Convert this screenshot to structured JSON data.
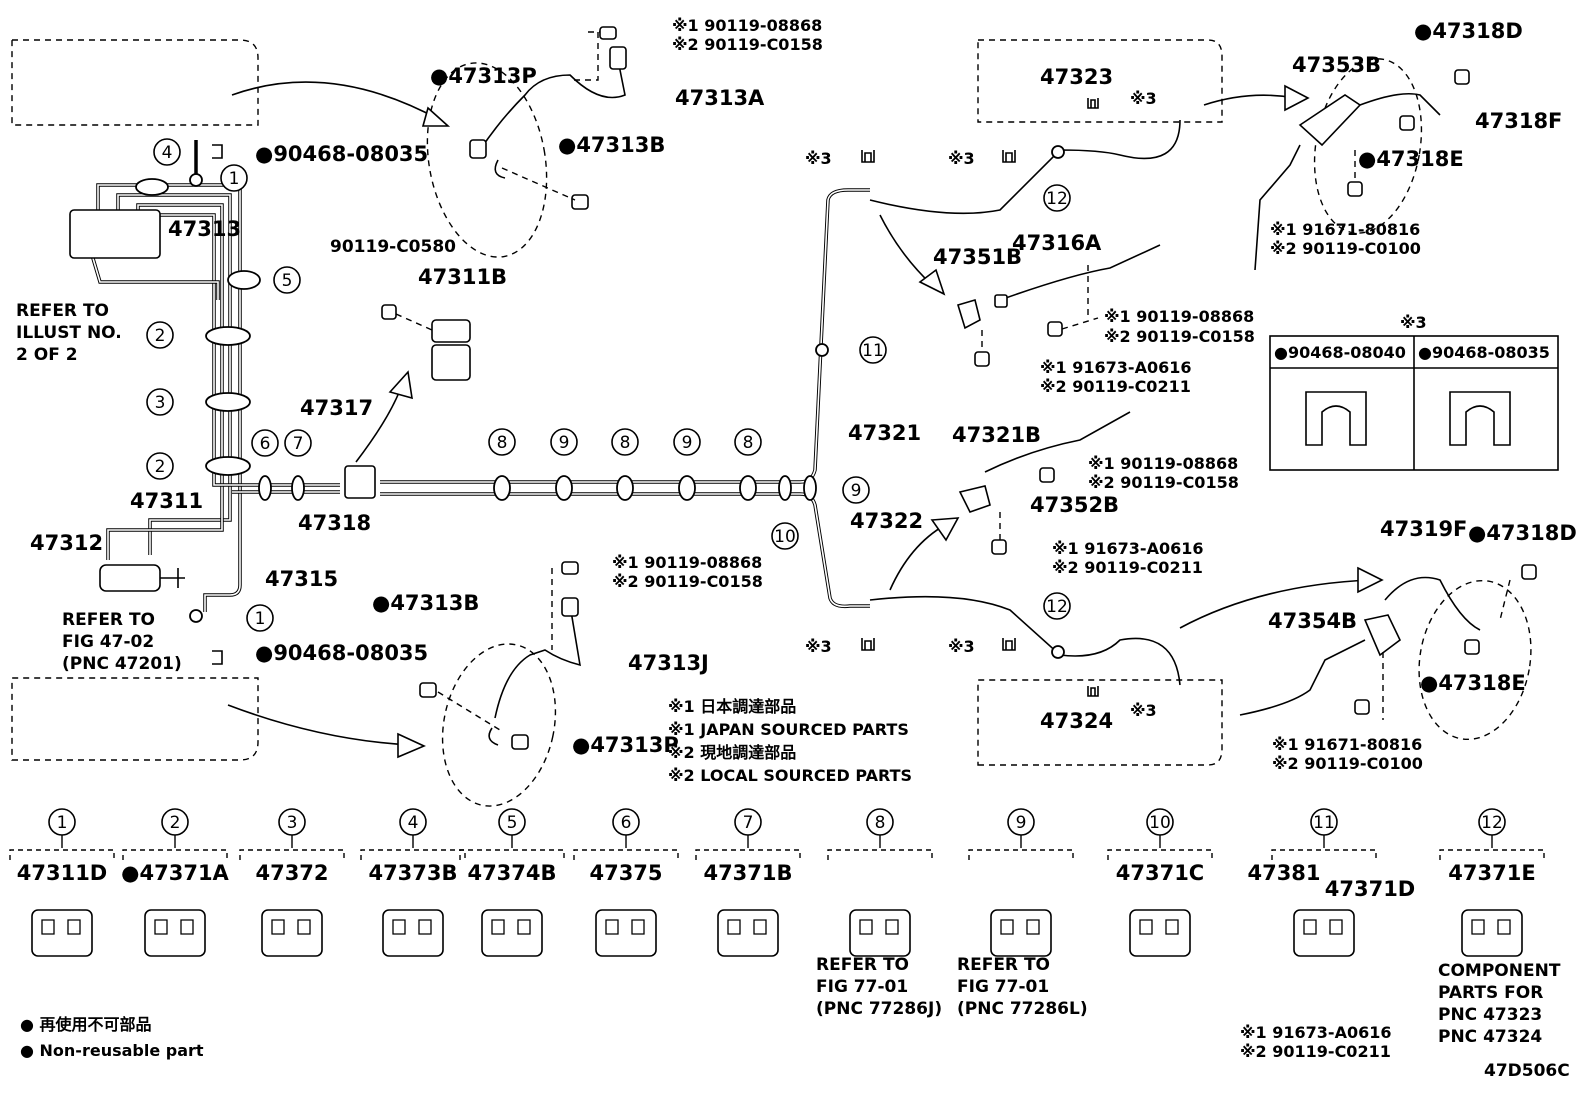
{
  "circle_numbers": [
    "1",
    "2",
    "3",
    "4",
    "5",
    "6",
    "7",
    "8",
    "9",
    "10",
    "11",
    "12"
  ],
  "parts_main": {
    "p47313P_top": "●47313P",
    "p47313A": "47313A",
    "p47313B_top": "●47313B",
    "p90468_top": "●90468-08035",
    "p47313": "47313",
    "refer_illust": [
      "REFER TO",
      "ILLUST NO.",
      "2 OF 2"
    ],
    "p90119C0580": "90119-C0580",
    "p47311B": "47311B",
    "p47317": "47317",
    "p47318": "47318",
    "p47311": "47311",
    "p47312": "47312",
    "p47315": "47315",
    "refer_fig4702": [
      "REFER TO",
      "FIG 47-02",
      "(PNC 47201)"
    ],
    "p90468_bot": "●90468-08035",
    "p47313B_bot": "●47313B",
    "p47313J": "47313J",
    "p47313P_bot": "●47313P",
    "p47321": "47321",
    "p47322": "47322",
    "p47323": "47323",
    "p47324": "47324",
    "p47316A": "47316A",
    "p47351B": "47351B",
    "p47321B": "47321B",
    "p47352B": "47352B",
    "p47353B": "47353B",
    "p47318D_top": "●47318D",
    "p47318F": "47318F",
    "p47318E_top": "●47318E",
    "p47319F": "47319F",
    "p47318D_bot": "●47318D",
    "p47354B": "47354B",
    "p47318E_bot": "●47318E",
    "mark3": "※3",
    "code_label": "47D506C"
  },
  "fastener_notes": {
    "n_top_center": [
      "※1 90119-08868",
      "※2 90119-C0158"
    ],
    "n_bot_center": [
      "※1 90119-08868",
      "※2 90119-C0158"
    ],
    "n_47316A": [
      "※1 90119-08868",
      "※2 90119-C0158"
    ],
    "n_47351B": [
      "※1 91673-A0616",
      "※2 90119-C0211"
    ],
    "n_47321B": [
      "※1 90119-08868",
      "※2 90119-C0158"
    ],
    "n_47352B": [
      "※1 91673-A0616",
      "※2 90119-C0211"
    ],
    "n_top_right": [
      "※1 91671-80816",
      "※2 90119-C0100"
    ],
    "n_bot_right": [
      "※1 91671-80816",
      "※2 90119-C0100"
    ],
    "n_47381": [
      "※1 91673-A0616",
      "※2 90119-C0211"
    ]
  },
  "legend_sourcing": [
    "※1 日本調達部品",
    "※1 JAPAN SOURCED PARTS",
    "※2 現地調達部品",
    "※2 LOCAL SOURCED PARTS"
  ],
  "clip_table": {
    "title": "※3",
    "cols": [
      "●90468-08040",
      "●90468-08035"
    ]
  },
  "bottom_parts": [
    {
      "num": "1",
      "label": "47311D"
    },
    {
      "num": "2",
      "label": "●47371A"
    },
    {
      "num": "3",
      "label": "47372"
    },
    {
      "num": "4",
      "label": "47373B"
    },
    {
      "num": "5",
      "label": "47374B"
    },
    {
      "num": "6",
      "label": "47375"
    },
    {
      "num": "7",
      "label": "47371B"
    },
    {
      "num": "8",
      "label": "",
      "note": [
        "REFER TO",
        "FIG 77-01",
        "(PNC 77286J)"
      ]
    },
    {
      "num": "9",
      "label": "",
      "note": [
        "REFER TO",
        "FIG 77-01",
        "(PNC 77286L)"
      ]
    },
    {
      "num": "10",
      "label": "47371C"
    },
    {
      "num": "11",
      "label": "47381",
      "label2": "47371D"
    },
    {
      "num": "12",
      "label": "47371E",
      "note": [
        "COMPONENT",
        "PARTS FOR",
        "PNC 47323",
        "PNC 47324"
      ]
    }
  ],
  "legend_reuse": {
    "jp": "● 再使用不可部品",
    "en": "● Non-reusable part"
  }
}
